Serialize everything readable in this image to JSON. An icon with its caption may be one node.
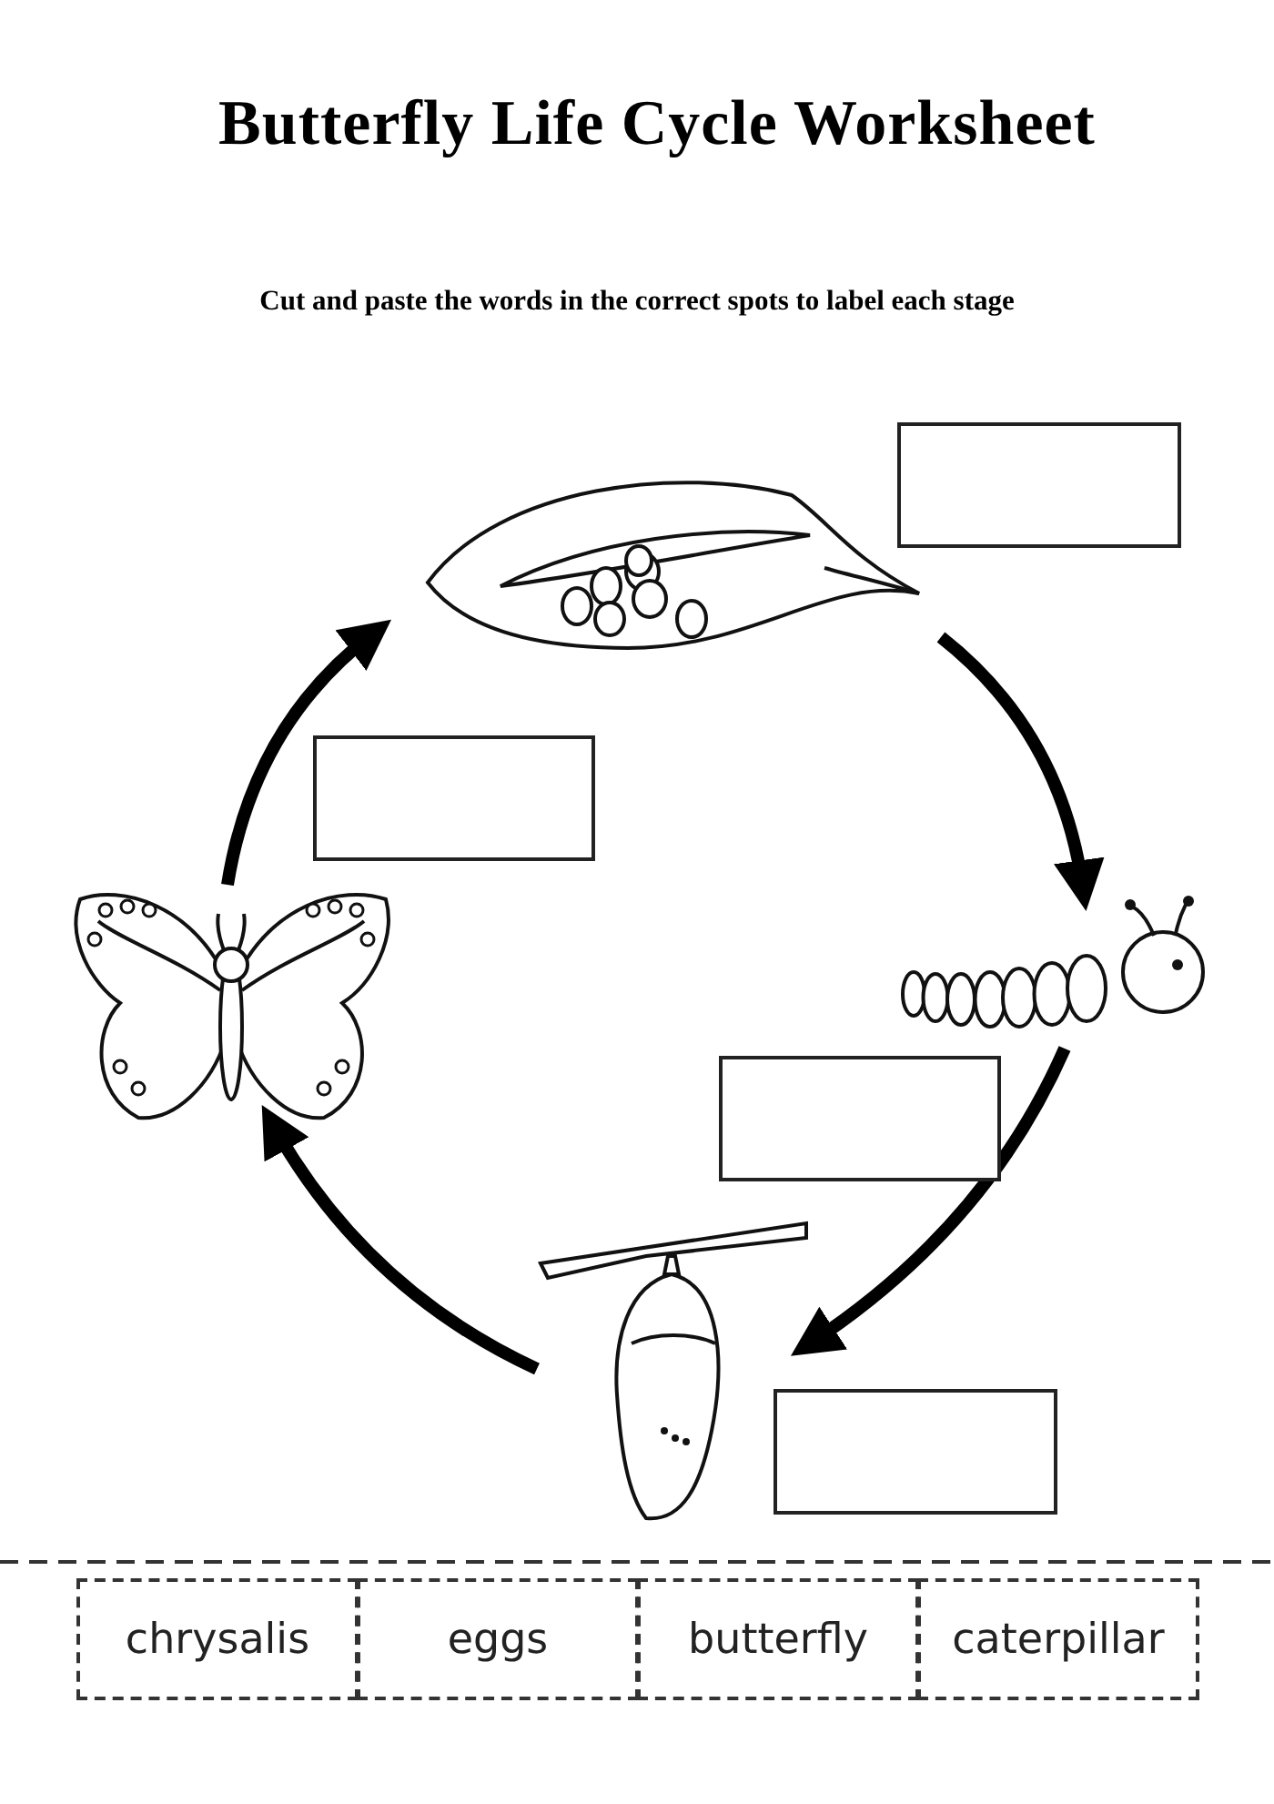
{
  "diagram": {
    "title": "Butterfly Life Cycle Worksheet",
    "nodes": [
      {
        "text": [],
        "shape": "box"
      },
      {
        "text": [],
        "shape": "picture"
      },
      {
        "text": [],
        "shape": "box"
      },
      {
        "text": [],
        "shape": "picture"
      },
      {
        "text": [],
        "shape": "picture"
      },
      {
        "text": [],
        "shape": "box"
      },
      {
        "text": [],
        "shape": "picture"
      },
      {
        "text": [],
        "shape": "box"
      },
      {
        "text": [
          "chrysalis"
        ]
      },
      {
        "text": [
          "eggs"
        ]
      },
      {
        "text": [
          "butterfly"
        ]
      },
      {
        "text": [
          "caterpillar"
        ]
      }
    ],
    "edges": [
      {
        "from": 1,
        "to": 4,
        "arrow": "to"
      },
      {
        "from": 4,
        "to": 6,
        "arrow": "to"
      },
      {
        "from": 6,
        "to": 3,
        "arrow": "to"
      },
      {
        "from": 3,
        "to": 1,
        "arrow": "to"
      }
    ],
    "labels": [
      "Cut and paste the words in the correct spots to label each stage"
    ]
  }
}
